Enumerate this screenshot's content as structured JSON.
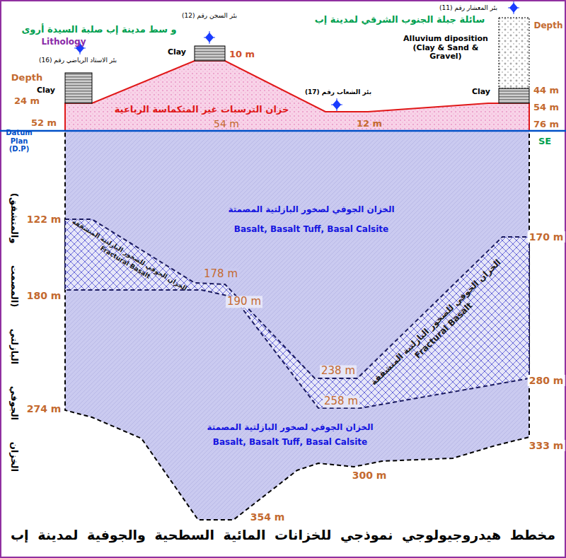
{
  "diagram": {
    "title": "مخطط هيدروجيولوجي نموذجي للخزانات المائية السطحية والجوفية لمدينة إب",
    "nodes": [
      {
        "text": [
          "خزان الترسبات غير المتكماسة الرباعية"
        ]
      },
      {
        "text": [
          "الخزان الجوفي لصخور البازلتية المصمتة",
          "Basalt, Basalt Tuff, Basal Calsite",
          "الخزان الجوفي لصخور البازلتية المصمتة",
          "Basalt, Basalt Tuff, Basal Calsite"
        ]
      },
      {
        "text": [
          "الخزان الجوفي للصخور البازلتية المتشققة",
          "Fractural Basalt"
        ],
        "in": 1
      },
      {
        "text": [
          "الخزان الجوفي للصخور البازلتية المتشققة",
          "Fractural Basalt"
        ],
        "in": 1
      }
    ],
    "labels": [
      "و سط مدينة إب صلبة السيدة أروى",
      "بئر السجن رقم (12)",
      "بئر المعشار رقم (11)",
      "سائلة جبلة الجنوب الشرقي لمدينة إب",
      "Depth",
      "Lithology",
      "بئر الاستاد الرياضي رقم (16)",
      "Clay",
      "10 m",
      "Alluvium diposition (Clay & Sand & Gravel)",
      "Depth",
      "Clay",
      "24 m",
      "52 m",
      "بئر الشعاب رقم (17)",
      "Clay",
      "44 m",
      "54 m",
      "76 m",
      "54 m",
      "12 m",
      "Datum Plan (D.P)",
      "SE",
      "الخزان الجوفي البازلتي (المصمت والمتشقق)",
      "122 m",
      "180 m",
      "274 m",
      "178 m",
      "190 m",
      "238 m",
      "258 m",
      "170 m",
      "280 m",
      "333 m",
      "300 m",
      "354 m"
    ]
  }
}
